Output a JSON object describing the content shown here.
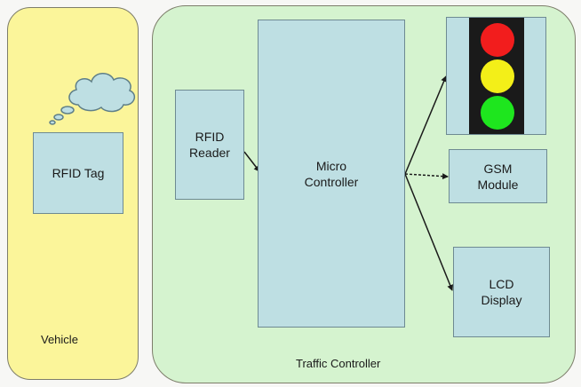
{
  "vehicle": {
    "label": "Vehicle",
    "tag_label": "RFID Tag"
  },
  "traffic_controller": {
    "label": "Traffic Controller",
    "reader_label": "RFID\nReader",
    "micro_label": "Micro\nController",
    "gsm_label": "GSM\nModule",
    "lcd_label": "LCD\nDisplay"
  },
  "traffic_light": {
    "lamps": [
      "red",
      "yellow",
      "green"
    ]
  },
  "colors": {
    "vehicle_panel": "#fbf59a",
    "controller_panel": "#d5f3cf",
    "box_fill": "#bedfe3",
    "lamp_red": "#f21d1d",
    "lamp_yellow": "#f3ef18",
    "lamp_green": "#1ee61e"
  }
}
